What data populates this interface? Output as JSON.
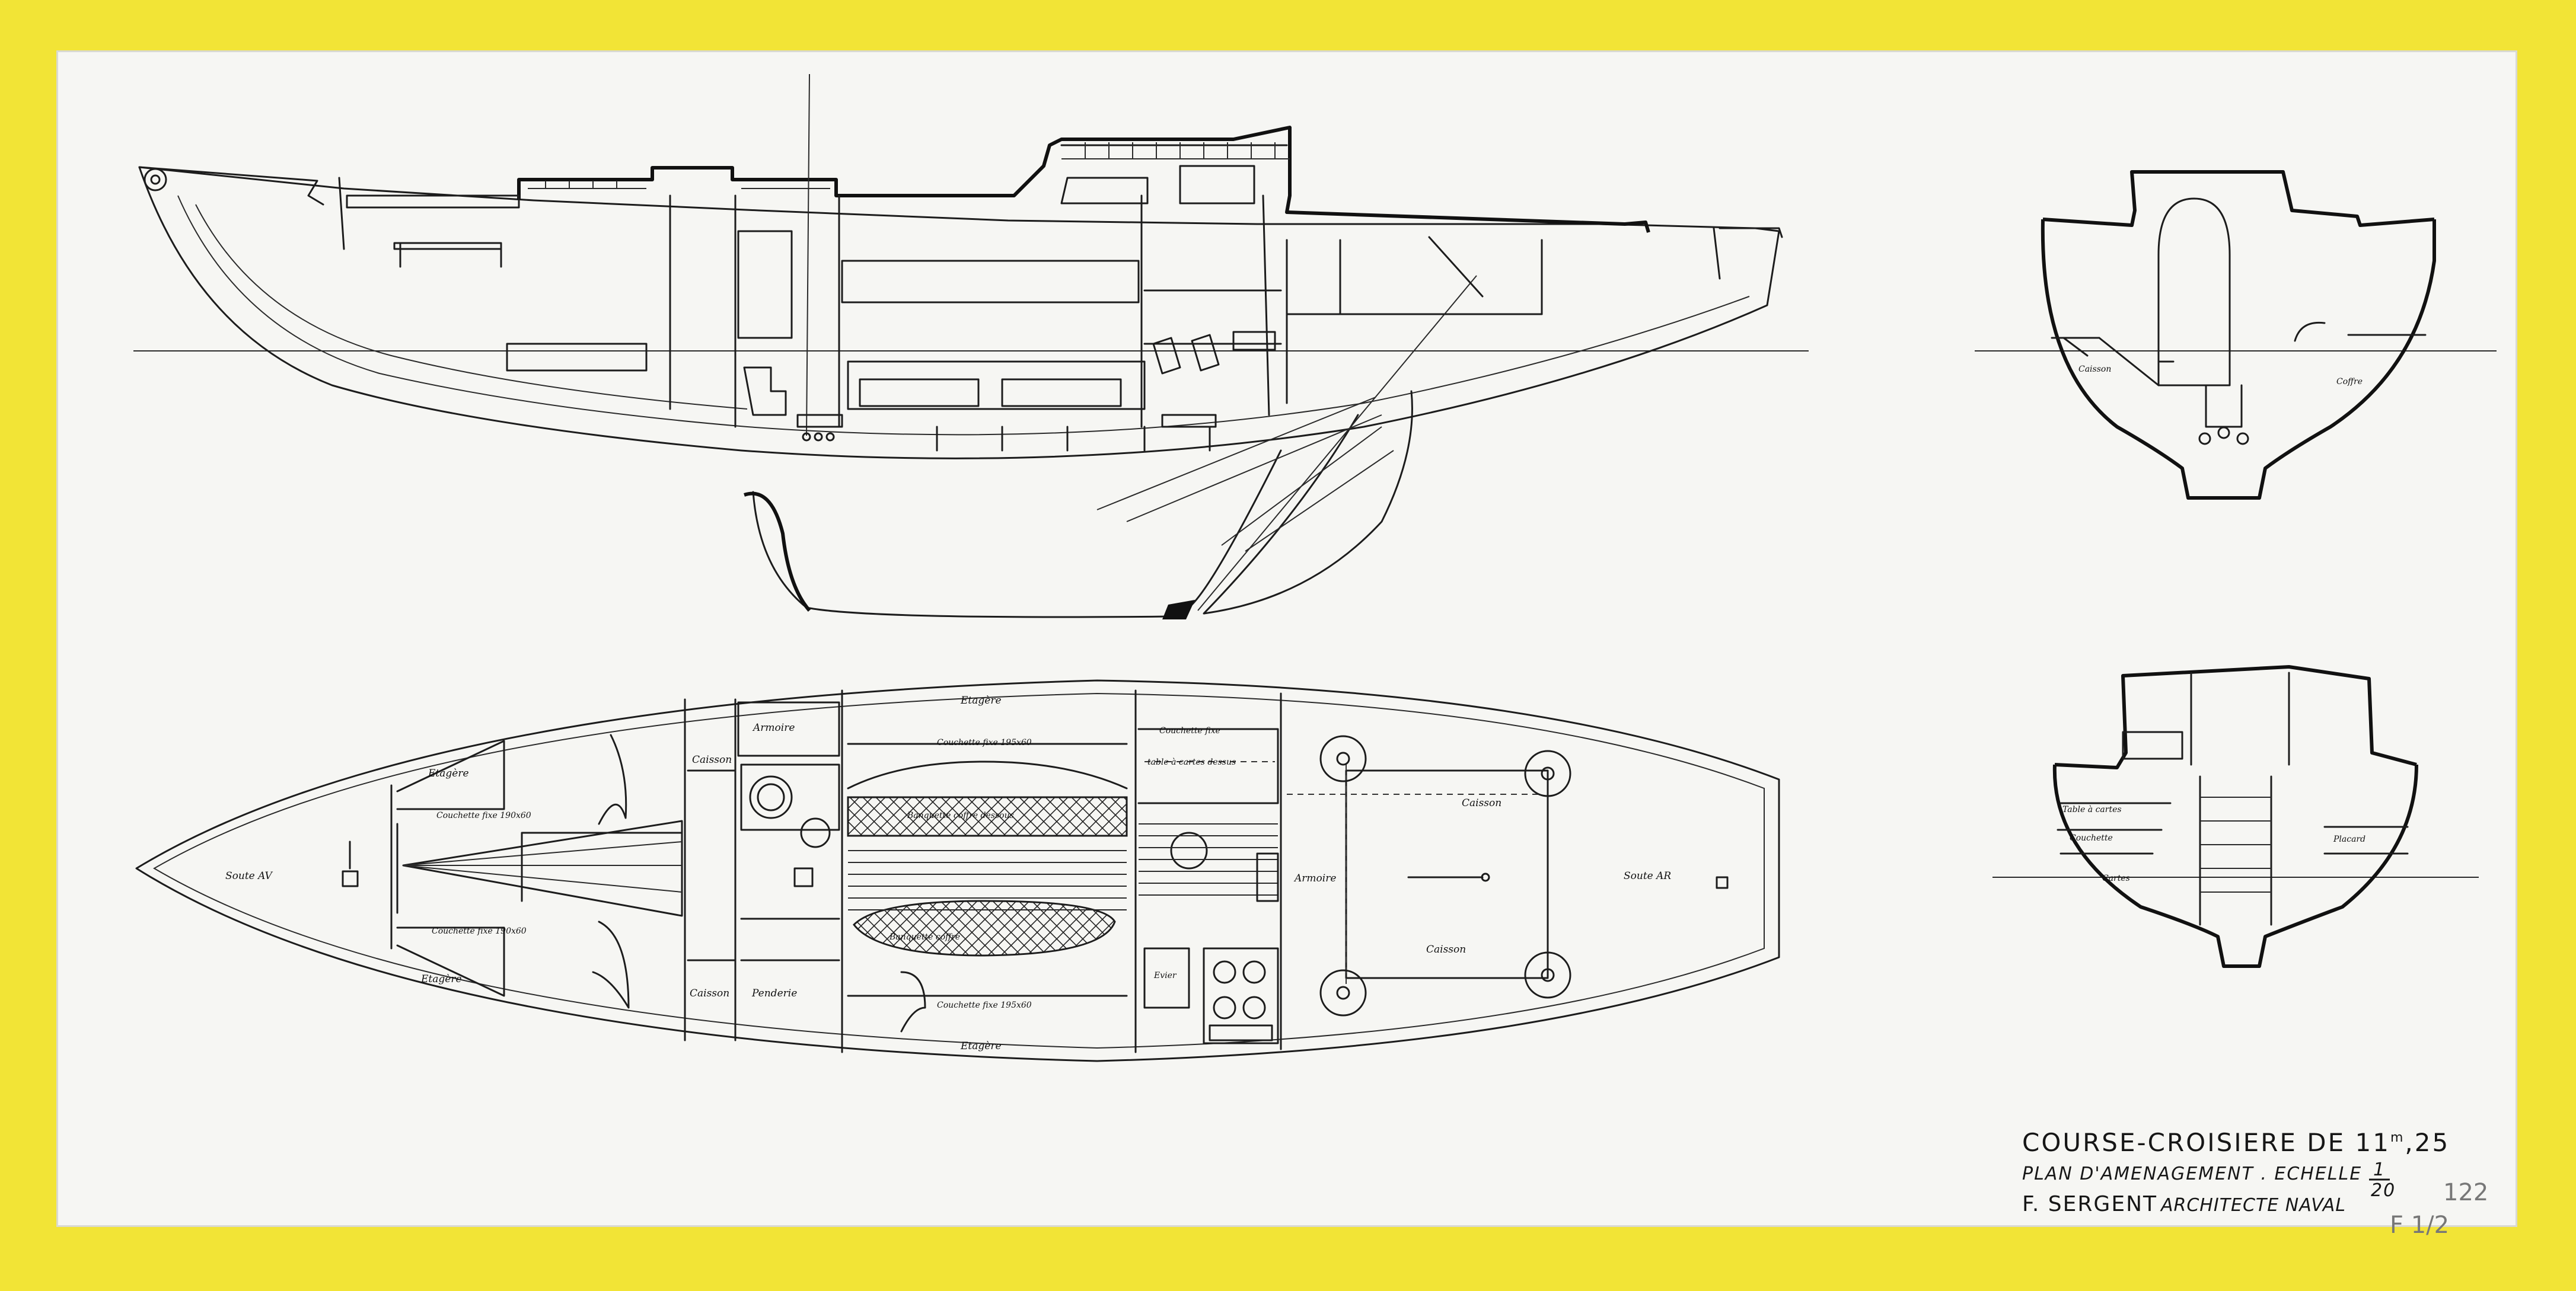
{
  "title_block": {
    "line1": "COURSE-CROISIERE DE 11,25",
    "line1_main": "COURSE-CROISIERE DE 11",
    "line1_sup": "m",
    "line1_tail": ",25",
    "line2": "PLAN D'AMENAGEMENT . ECHELLE",
    "scale_num": "1",
    "scale_den": "20",
    "architect_name": "F. SERGENT",
    "architect_title": "ARCHITECTE NAVAL",
    "archive_number": "122",
    "archive_mark": "F 1/2"
  },
  "plan_labels": {
    "etagere_top": "Etagère",
    "etagere_bottom": "Etagère",
    "etagere_fwd_top": "Etagère",
    "etagere_fwd_bottom": "Etagère",
    "couchette_fixe_fwd_top": "Couchette fixe 190x60",
    "couchette_fixe_fwd_bottom": "Couchette fixe 190x60",
    "couchette_fixe_mid_top": "Couchette fixe 195x60",
    "couchette_fixe_mid_bottom": "Couchette fixe 195x60",
    "couchette_fixe_aft": "Couchette fixe",
    "table_a_cartes": "table à cartes dessus",
    "banquette_top": "Banquette coffre dessous",
    "banquette_bottom": "Banquette coffre",
    "armoire_fwd": "Armoire",
    "armoire_aft": "Armoire",
    "caisson_fwd_top": "Caisson",
    "caisson_fwd_bottom": "Caisson",
    "caisson_aft_top": "Caisson",
    "caisson_aft_bottom": "Caisson",
    "penderie": "Penderie",
    "evier": "Evier",
    "soute_av": "Soute AV",
    "soute_ar": "Soute AR"
  },
  "section1_labels": {
    "caisson": "Caisson",
    "coffre": "Coffre"
  },
  "section2_labels": {
    "table_a_cartes": "Table à cartes",
    "couchette": "Couchette",
    "cartes": "Cartes",
    "placard": "Placard"
  },
  "colors": {
    "border": "#f2e436",
    "paper": "#f6f6f3",
    "ink": "#111111"
  }
}
